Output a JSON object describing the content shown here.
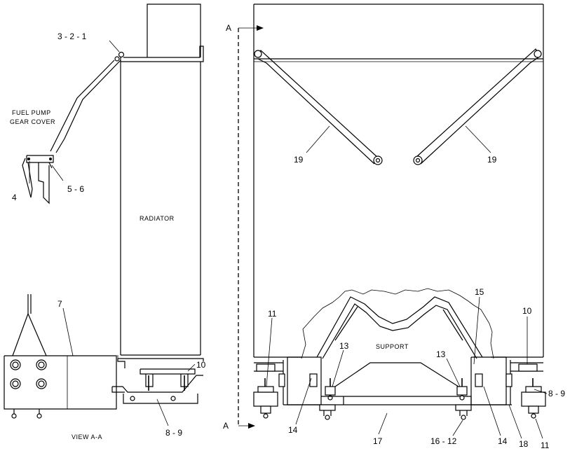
{
  "labels": {
    "fuel_pump_line1": "FUEL PUMP",
    "fuel_pump_line2": "GEAR COVER",
    "radiator": "RADIATOR",
    "support": "SUPPORT",
    "view": "VIEW  A-A",
    "section_a_top": "A",
    "section_a_bottom": "A"
  },
  "callouts": {
    "c_3_2_1": "3 - 2 - 1",
    "c_4": "4",
    "c_5_6": "5 - 6",
    "c_7": "7",
    "c_10_left": "10",
    "c_8_9_left": "8 - 9",
    "c_19_left": "19",
    "c_19_right": "19",
    "c_11_left": "11",
    "c_13_left": "13",
    "c_13_right": "13",
    "c_15": "15",
    "c_10_right": "10",
    "c_8_9_right": "8 - 9",
    "c_14_left": "14",
    "c_17": "17",
    "c_16_12": "16 - 12",
    "c_14_right": "14",
    "c_18": "18",
    "c_11_right": "11"
  }
}
